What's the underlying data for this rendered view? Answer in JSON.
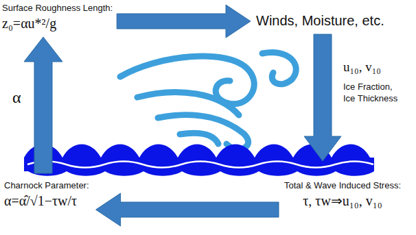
{
  "diagram": {
    "nodes": [
      {
        "text": [
          "Surface Roughness Length:",
          "z₀=αu*²/g"
        ]
      },
      {
        "text": [
          "Winds, Moisture, etc."
        ]
      },
      {
        "text": [
          "Total & Wave Induced Stress:",
          "τ, τw⇒u₁₀, v₁₀"
        ]
      },
      {
        "text": [
          "Charnock Parameter:",
          "α=α̂/√1−τw/τ"
        ]
      }
    ],
    "edges": [
      {
        "from": 0,
        "to": 1,
        "arrow": "to"
      },
      {
        "from": 1,
        "to": 2,
        "arrow": "to",
        "label": "u₁₀, v₁₀"
      },
      {
        "from": 2,
        "to": 3,
        "arrow": "to"
      },
      {
        "from": 3,
        "to": 0,
        "arrow": "to",
        "label": "α"
      }
    ],
    "labels": [
      "Ice Fraction, Ice Thickness"
    ]
  }
}
